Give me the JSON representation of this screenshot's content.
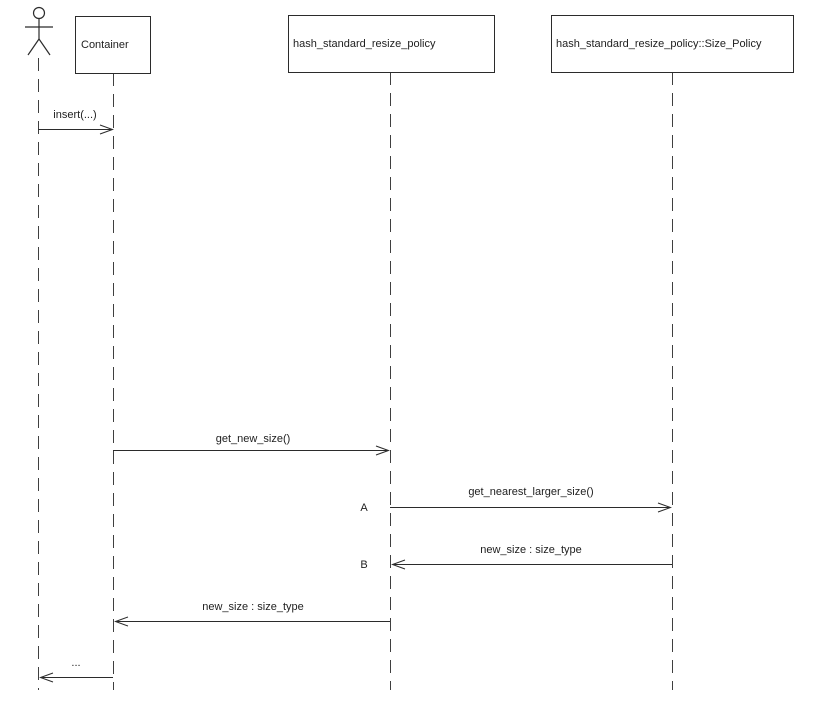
{
  "diagram": {
    "type": "uml-sequence-diagram",
    "background_color": "#ffffff",
    "line_color": "#2b2b2b"
  },
  "objects": [
    {
      "label": "Container"
    },
    {
      "label": "hash_standard_resize_policy"
    },
    {
      "label": "hash_standard_resize_policy::Size_Policy"
    }
  ],
  "messages": [
    {
      "label": "insert(...)",
      "from": "actor",
      "to": "Container",
      "direction": "right"
    },
    {
      "label": "get_new_size()",
      "from": "Container",
      "to": "hash_standard_resize_policy",
      "direction": "right"
    },
    {
      "marker": "A",
      "label": "get_nearest_larger_size()",
      "from": "hash_standard_resize_policy",
      "to": "hash_standard_resize_policy::Size_Policy",
      "direction": "right"
    },
    {
      "marker": "B",
      "label": "new_size : size_type",
      "from": "hash_standard_resize_policy::Size_Policy",
      "to": "hash_standard_resize_policy",
      "direction": "left"
    },
    {
      "label": "new_size : size_type",
      "from": "hash_standard_resize_policy",
      "to": "Container",
      "direction": "left"
    },
    {
      "label": "...",
      "from": "Container",
      "to": "actor",
      "direction": "left"
    }
  ]
}
